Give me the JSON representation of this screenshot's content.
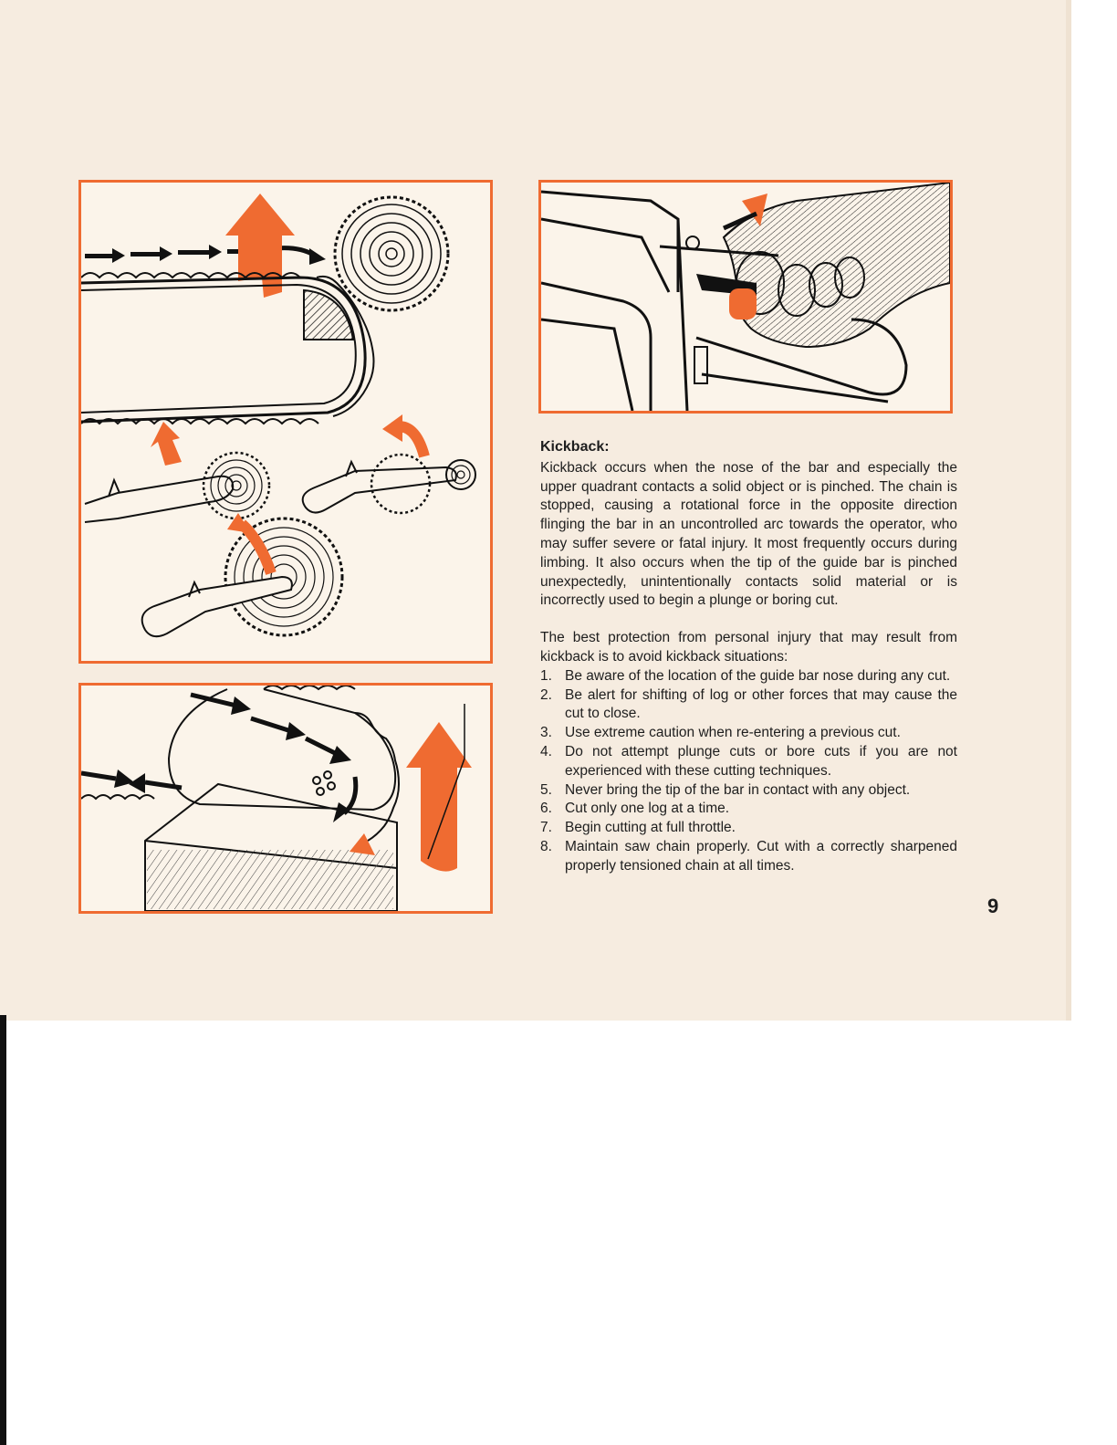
{
  "colors": {
    "accent": "#ef6b31",
    "paper": "#f6ece0",
    "ink": "#1e1e1e"
  },
  "figures": [
    {
      "id": "kickback-rotation-illustrations"
    },
    {
      "id": "pinched-chain-illustration"
    },
    {
      "id": "hand-on-throttle-illustration"
    }
  ],
  "kickback": {
    "heading": "Kickback:",
    "intro": "Kickback occurs when the nose of the bar and especially the upper quadrant contacts a solid object or is pinched. The chain is stopped, causing a rotational force in the opposite direction flinging the bar in an uncontrolled arc towards the operator, who may suffer severe or fatal injury. It most frequently occurs during limbing. It also occurs when the tip of the guide bar is pinched unexpectedly, unintentionally contacts solid material or is incorrectly used to begin a plunge or boring cut.",
    "protection": "The best protection from personal injury that may result from kickback is to avoid kickback situations:",
    "rules": [
      {
        "num": "1.",
        "text": "Be aware of the location of the guide bar nose during any cut."
      },
      {
        "num": "2.",
        "text": "Be alert for shifting of log or other forces that may cause the cut to close."
      },
      {
        "num": "3.",
        "text": "Use extreme caution when re-entering a previous cut."
      },
      {
        "num": "4.",
        "text": "Do not attempt plunge cuts or bore cuts if you are not experienced with these cutting techniques."
      },
      {
        "num": "5.",
        "text": "Never bring the tip of the bar in contact with any object."
      },
      {
        "num": "6.",
        "text": "Cut only one log at a time."
      },
      {
        "num": "7.",
        "text": "Begin cutting at full throttle."
      },
      {
        "num": "8.",
        "text": "Maintain saw chain properly. Cut with a correctly sharpened properly tensioned chain at all times."
      }
    ]
  },
  "page_number": "9"
}
